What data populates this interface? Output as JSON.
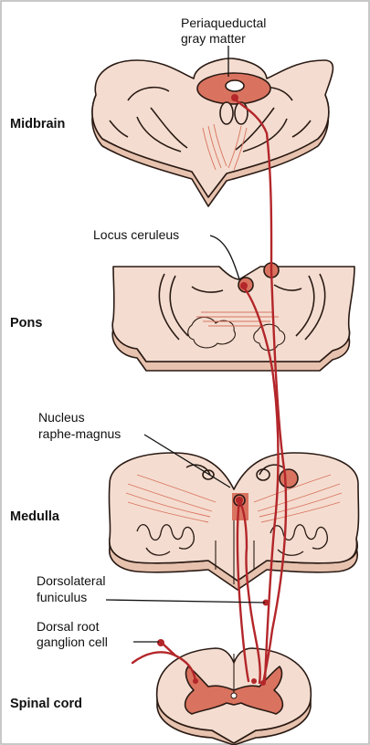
{
  "levels": {
    "midbrain": "Midbrain",
    "pons": "Pons",
    "medulla": "Medulla",
    "spinal_cord": "Spinal cord"
  },
  "annotations": {
    "pag_line1": "Periaqueductal",
    "pag_line2": "gray matter",
    "locus": "Locus ceruleus",
    "raphe_line1": "Nucleus",
    "raphe_line2": "raphe-magnus",
    "dlf_line1": "Dorsolateral",
    "dlf_line2": "funiculus",
    "drg_line1": "Dorsal root",
    "drg_line2": "ganglion cell"
  },
  "colors": {
    "tissue": "#f4ddd0",
    "tissue_side": "#e7c2ae",
    "outline": "#2a1a14",
    "nucleus": "#d9735f",
    "pathway": "#b3262a",
    "frame": "#b5b5b5"
  }
}
